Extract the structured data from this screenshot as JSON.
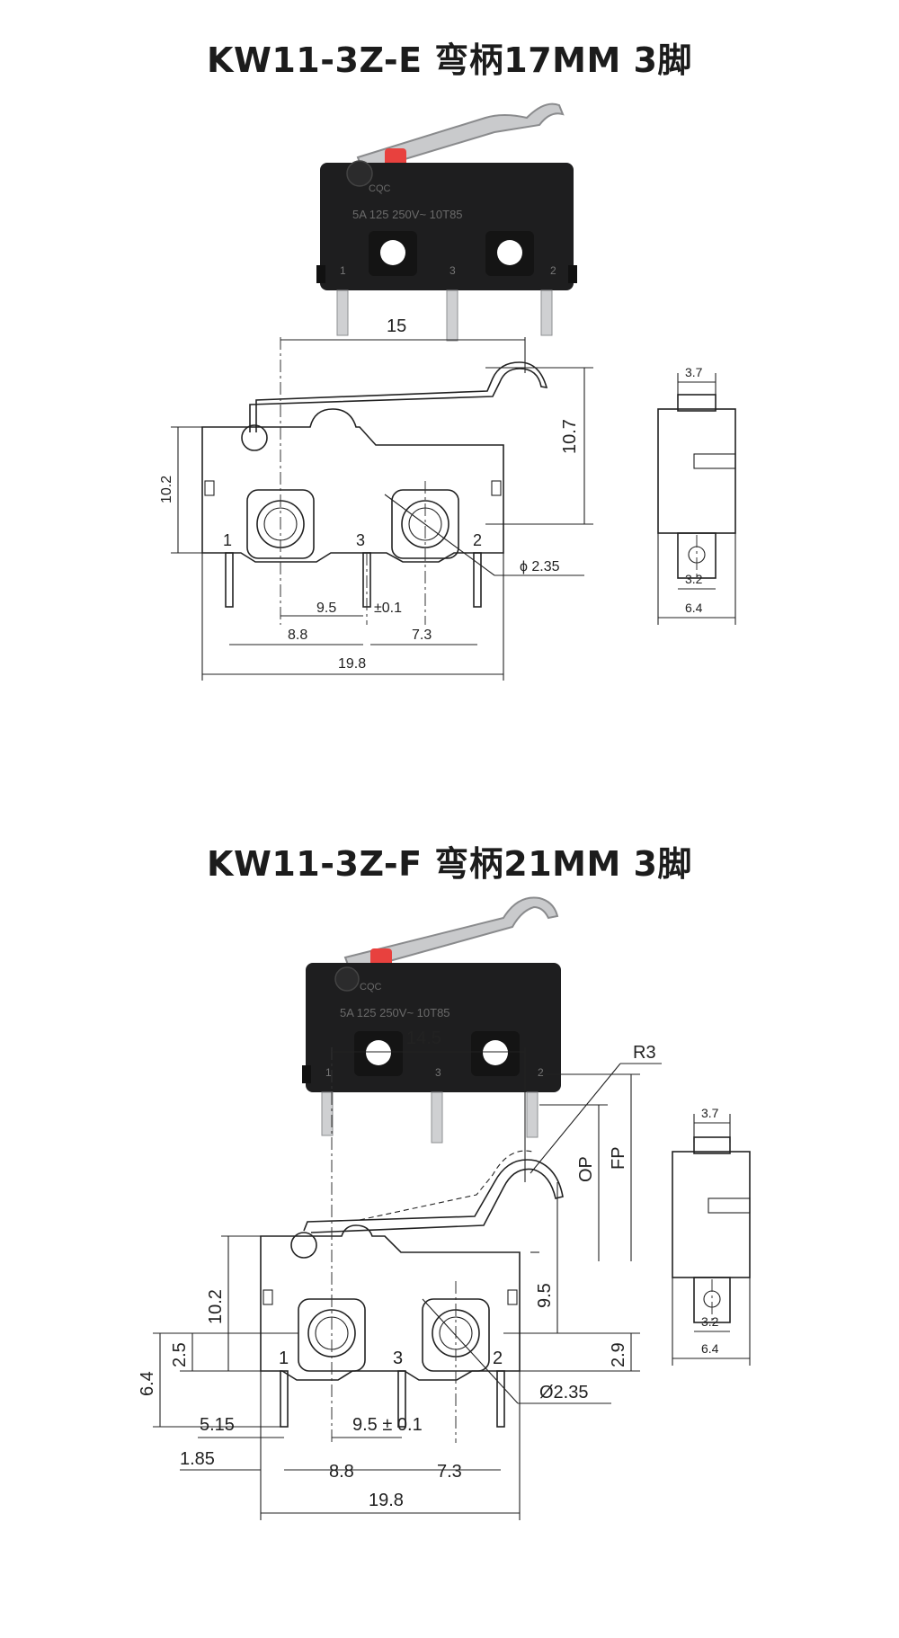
{
  "section1": {
    "title": "KW11-3Z-E 弯柄17MM 3脚",
    "switch_marking": {
      "logo": "CQC",
      "rating": "5A 125 250V~ 10T85",
      "pins": [
        "1",
        "3",
        "2"
      ]
    },
    "dims": {
      "lever_offset": "15",
      "height_total": "10.7",
      "body_height": "10.2",
      "hole_dia": "ϕ 2.35",
      "pitch": "9.5",
      "tolerance": "±0.1",
      "pin_left": "8.8",
      "pin_right": "7.3",
      "body_length": "19.8",
      "pin_labels": [
        "1",
        "3",
        "2"
      ]
    },
    "side": {
      "top_width": "3.7",
      "pin_width": "3.2",
      "body_width": "6.4"
    }
  },
  "section2": {
    "title": "KW11-3Z-F 弯柄21MM 3脚",
    "switch_marking": {
      "logo": "CQC",
      "rating": "5A 125 250V~ 10T85",
      "pins": [
        "1",
        "3",
        "2"
      ]
    },
    "dims": {
      "lever_offset": "14.5",
      "radius": "R3",
      "fp": "FP",
      "op": "OP",
      "body_height": "10.2",
      "hole_height": "9.5",
      "pin_height": "2.9",
      "dim_a": "2.5",
      "dim_b": "6.4",
      "hole_dia": "Ø2.35",
      "dim_c": "5.15",
      "pitch_tol": "9.5 ± 0.1",
      "dim_d": "1.85",
      "pin_left": "8.8",
      "pin_right": "7.3",
      "body_length": "19.8",
      "pin_labels": [
        "1",
        "3",
        "2"
      ]
    },
    "side": {
      "top_width": "3.7",
      "pin_width": "3.2",
      "body_width": "6.4"
    }
  }
}
